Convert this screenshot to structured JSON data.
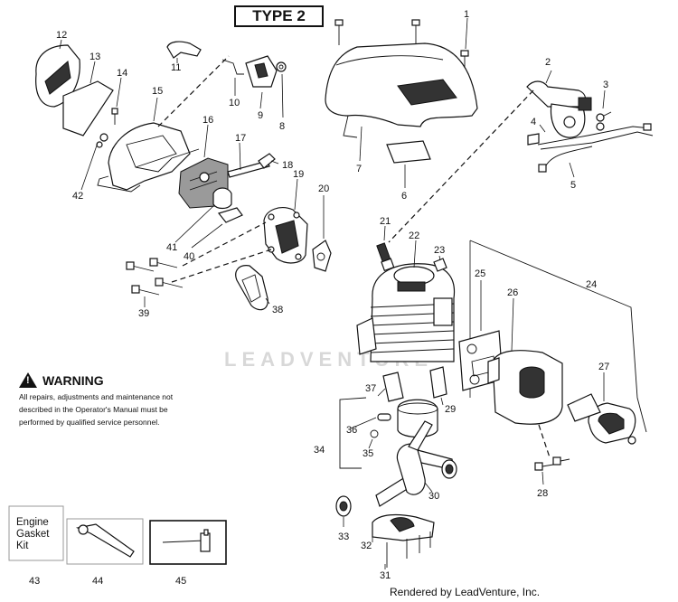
{
  "diagram": {
    "title": "TYPE 2",
    "watermark": "LEADVENTURE",
    "footer": "Rendered by LeadVenture, Inc.",
    "warning": {
      "heading": "WARNING",
      "icon": "warning-triangle-icon",
      "lines": [
        "All repairs, adjustments and maintenance not",
        "described in the Operator's Manual must be",
        "performed by qualified  service personnel."
      ]
    },
    "kit_label": [
      "Engine",
      "Gasket",
      "Kit"
    ],
    "callouts": {
      "c1": "1",
      "c2": "2",
      "c3": "3",
      "c4": "4",
      "c5": "5",
      "c6": "6",
      "c7": "7",
      "c8": "8",
      "c9": "9",
      "c10": "10",
      "c11": "11",
      "c12": "12",
      "c13": "13",
      "c14": "14",
      "c15": "15",
      "c16": "16",
      "c17": "17",
      "c18": "18",
      "c19": "19",
      "c20": "20",
      "c21": "21",
      "c22": "22",
      "c23": "23",
      "c24": "24",
      "c25": "25",
      "c26": "26",
      "c27": "27",
      "c28": "28",
      "c29": "29",
      "c30": "30",
      "c31": "31",
      "c32": "32",
      "c33": "33",
      "c34": "34",
      "c35": "35",
      "c36": "36",
      "c37": "37",
      "c38": "38",
      "c39": "39",
      "c40": "40",
      "c41": "41",
      "c42": "42",
      "c43": "43",
      "c44": "44",
      "c45": "45"
    }
  }
}
